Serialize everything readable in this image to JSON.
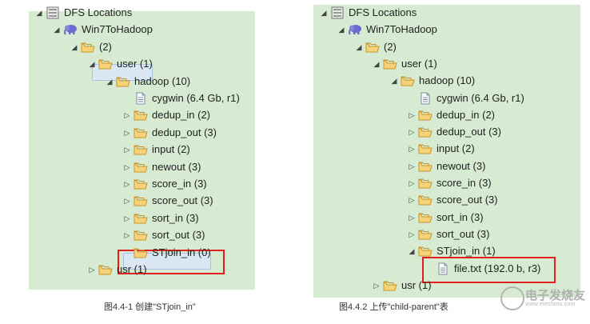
{
  "left_panel": {
    "items": [
      {
        "label": "DFS Locations",
        "icon": "dfs-icon",
        "arrow": "◢"
      },
      {
        "label": "Win7ToHadoop",
        "icon": "elephant-icon",
        "arrow": "◢"
      },
      {
        "label": "(2)",
        "icon": "folder-icon",
        "arrow": "◢"
      },
      {
        "label": "user (1)",
        "icon": "folder-icon",
        "arrow": "◢"
      },
      {
        "label": "hadoop (10)",
        "icon": "folder-icon",
        "arrow": "◢"
      },
      {
        "label": "cygwin (6.4 Gb, r1)",
        "icon": "file-icon",
        "arrow": ""
      },
      {
        "label": "dedup_in (2)",
        "icon": "folder-icon",
        "arrow": "▷"
      },
      {
        "label": "dedup_out (3)",
        "icon": "folder-icon",
        "arrow": "▷"
      },
      {
        "label": "input (2)",
        "icon": "folder-icon",
        "arrow": "▷"
      },
      {
        "label": "newout (3)",
        "icon": "folder-icon",
        "arrow": "▷"
      },
      {
        "label": "score_in (3)",
        "icon": "folder-icon",
        "arrow": "▷"
      },
      {
        "label": "score_out (3)",
        "icon": "folder-icon",
        "arrow": "▷"
      },
      {
        "label": "sort_in (3)",
        "icon": "folder-icon",
        "arrow": "▷"
      },
      {
        "label": "sort_out (3)",
        "icon": "folder-icon",
        "arrow": "▷"
      },
      {
        "label": "STjoin_in (0)",
        "icon": "folder-icon",
        "arrow": ""
      },
      {
        "label": "usr (1)",
        "icon": "folder-icon",
        "arrow": "▷"
      }
    ]
  },
  "right_panel": {
    "items": [
      {
        "label": "DFS Locations",
        "icon": "dfs-icon",
        "arrow": "◢"
      },
      {
        "label": "Win7ToHadoop",
        "icon": "elephant-icon",
        "arrow": "◢"
      },
      {
        "label": "(2)",
        "icon": "folder-icon",
        "arrow": "◢"
      },
      {
        "label": "user (1)",
        "icon": "folder-icon",
        "arrow": "◢"
      },
      {
        "label": "hadoop (10)",
        "icon": "folder-icon",
        "arrow": "◢"
      },
      {
        "label": "cygwin (6.4 Gb, r1)",
        "icon": "file-icon",
        "arrow": ""
      },
      {
        "label": "dedup_in (2)",
        "icon": "folder-icon",
        "arrow": "▷"
      },
      {
        "label": "dedup_out (3)",
        "icon": "folder-icon",
        "arrow": "▷"
      },
      {
        "label": "input (2)",
        "icon": "folder-icon",
        "arrow": "▷"
      },
      {
        "label": "newout (3)",
        "icon": "folder-icon",
        "arrow": "▷"
      },
      {
        "label": "score_in (3)",
        "icon": "folder-icon",
        "arrow": "▷"
      },
      {
        "label": "score_out (3)",
        "icon": "folder-icon",
        "arrow": "▷"
      },
      {
        "label": "sort_in (3)",
        "icon": "folder-icon",
        "arrow": "▷"
      },
      {
        "label": "sort_out (3)",
        "icon": "folder-icon",
        "arrow": "▷"
      },
      {
        "label": "STjoin_in (1)",
        "icon": "folder-icon",
        "arrow": "◢"
      },
      {
        "label": "file.txt (192.0 b, r3)",
        "icon": "file-icon",
        "arrow": ""
      },
      {
        "label": "usr (1)",
        "icon": "folder-icon",
        "arrow": "▷"
      }
    ]
  },
  "captions": {
    "left": "图4.4-1 创建\"STjoin_in\"",
    "right": "图4.4.2 上传\"child-parent\"表"
  },
  "watermark": {
    "chinese": "电子发烧友",
    "english": "www.elecfans.com"
  },
  "colors": {
    "panel_bg": "#d6ebd2",
    "folder": "#f3c45c",
    "highlight_box": "#e02020",
    "selection_bg": "#dbe7f3"
  }
}
